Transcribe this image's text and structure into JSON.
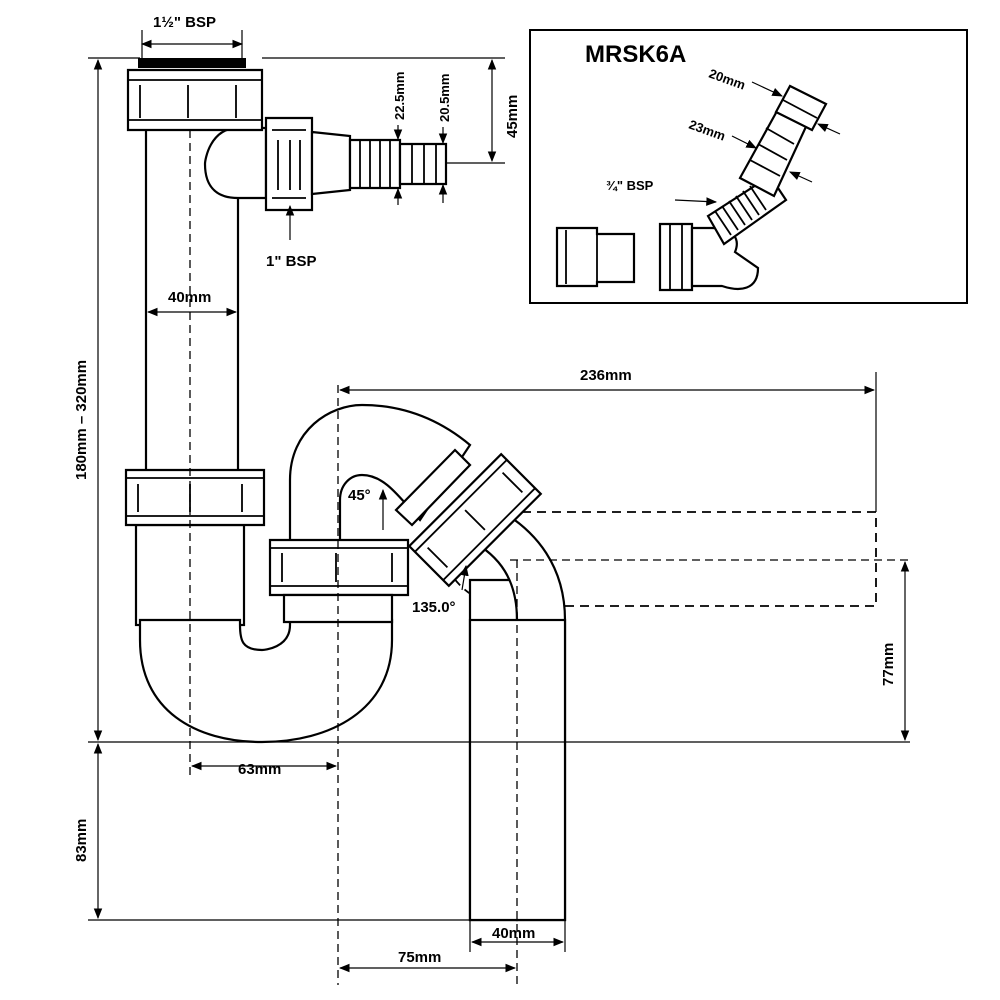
{
  "model": "MRSK6A",
  "labels": {
    "inlet_thread": "1½\" BSP",
    "hose_thread": "1\" BSP",
    "spigot_22_5": "22.5mm",
    "spigot_20_5": "20.5mm",
    "nozzle_height": "45mm",
    "tube_width": "40mm",
    "adjust_range": "180mm – 320mm",
    "horizontal_reach": "236mm",
    "angle_45": "45°",
    "angle_135": "135.0°",
    "offset_63": "63mm",
    "outlet_height": "77mm",
    "bottom_83": "83mm",
    "outlet_width": "40mm",
    "offset_75": "75mm"
  },
  "inset": {
    "title": "MRSK6A",
    "size_20": "20mm",
    "size_23": "23mm",
    "thread_34": "¾\" BSP"
  }
}
